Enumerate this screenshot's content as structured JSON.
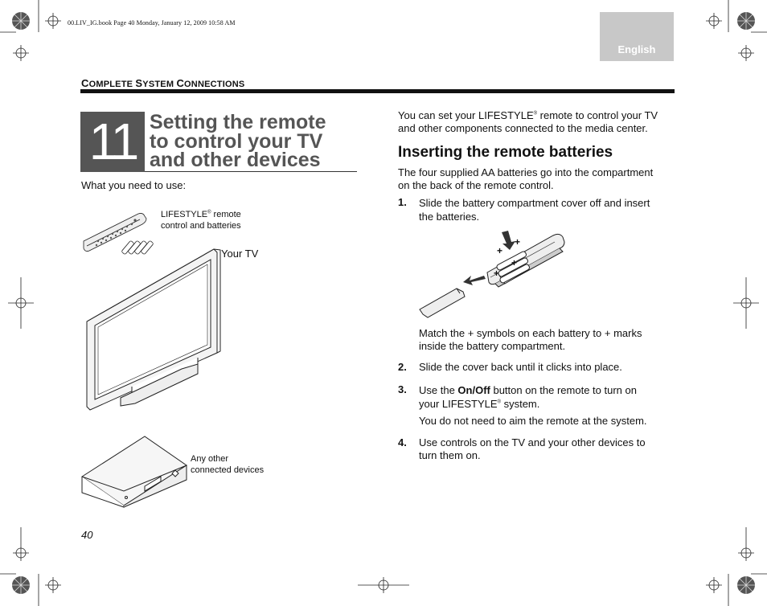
{
  "header": {
    "file_line": "00.LIV_IG.book  Page 40  Monday, January 12, 2009  10:58 AM",
    "language_tab": "English",
    "section_title_parts": [
      "C",
      "OMPLETE ",
      "S",
      "YSTEM ",
      "C",
      "ONNECTIONS"
    ]
  },
  "chapter": {
    "number": "11",
    "title_lines": [
      "Setting the remote",
      "to control your TV",
      "and other devices"
    ]
  },
  "left": {
    "what_you_need": "What you need to use:",
    "remote_label_a": "LIFESTYLE",
    "remote_label_reg": "®",
    "remote_label_b": " remote",
    "remote_label_line2": "control and batteries",
    "tv_label": "Your TV",
    "devices_label_line1": "Any other",
    "devices_label_line2": "connected devices"
  },
  "right": {
    "intro_a": "You can set your LIFESTYLE",
    "intro_reg": "®",
    "intro_b": " remote to control your TV",
    "intro_line2": "and other components connected to the media center.",
    "subheading": "Inserting the remote batteries",
    "para_line1": "The four supplied AA batteries go into the compartment",
    "para_line2": "on the back of the remote control.",
    "steps": [
      {
        "num": "1.",
        "line1": "Slide the battery compartment cover off and insert",
        "line2": "the batteries."
      },
      {
        "num": "2.",
        "line1": "Slide the cover back until it clicks into place."
      },
      {
        "num": "3.",
        "line1_a": "Use the ",
        "line1_bold": "On/Off",
        "line1_b": " button on the remote to turn on",
        "line2_a": "your LIFESTYLE",
        "line2_reg": "®",
        "line2_b": " system.",
        "note": "You do not need to aim the remote at the system."
      },
      {
        "num": "4.",
        "line1": "Use controls on the TV and your other devices to",
        "line2": "turn them on."
      }
    ],
    "match_line1": "Match the + symbols on each battery to + marks",
    "match_line2": "inside the battery compartment.",
    "plus_marks": [
      "+",
      "+",
      "+",
      "+"
    ]
  },
  "footer": {
    "page_number": "40"
  },
  "colors": {
    "chapter_box": "#555555",
    "language_tab": "#c8c8c8",
    "title_text": "#555555"
  }
}
